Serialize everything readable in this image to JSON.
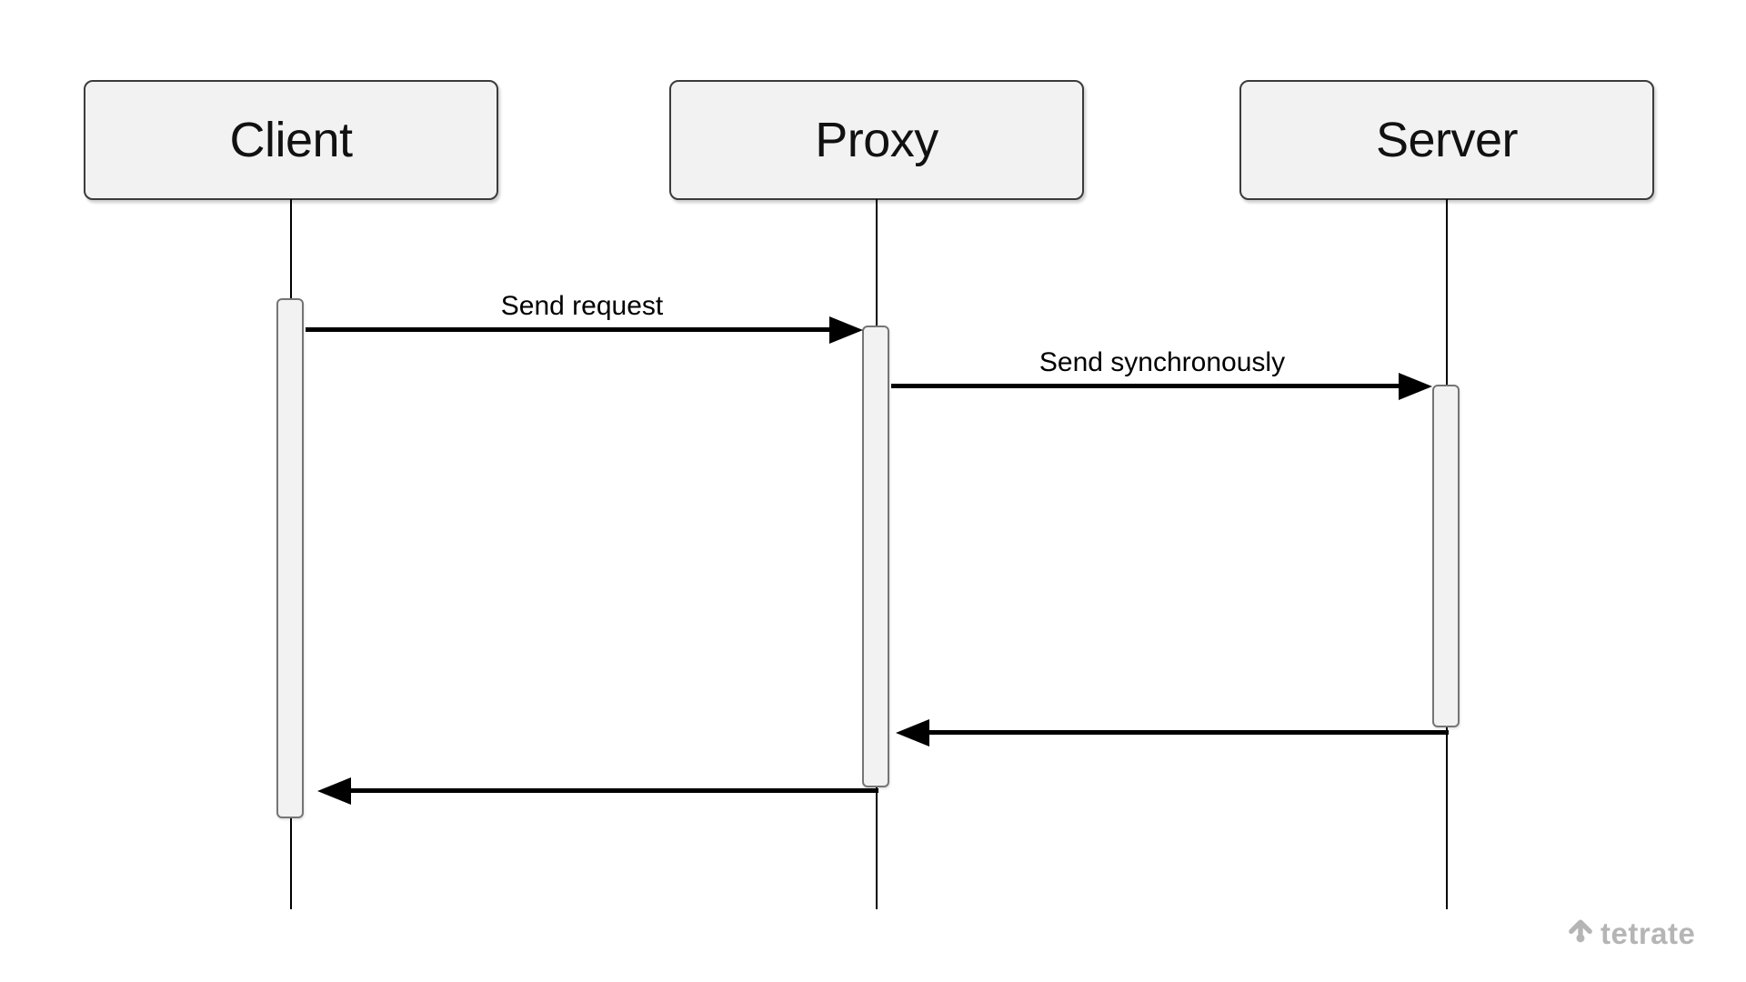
{
  "diagram": {
    "type": "sequence",
    "actors": [
      {
        "id": "client",
        "name": "Client"
      },
      {
        "id": "proxy",
        "name": "Proxy"
      },
      {
        "id": "server",
        "name": "Server"
      }
    ],
    "messages": [
      {
        "label": "Send request",
        "from": "Client",
        "to": "Proxy",
        "kind": "solid-filled-arrow"
      },
      {
        "label": "Send synchronously",
        "from": "Proxy",
        "to": "Server",
        "kind": "solid-filled-arrow"
      },
      {
        "label": "",
        "from": "Server",
        "to": "Proxy",
        "kind": "solid-filled-arrow"
      },
      {
        "label": "",
        "from": "Proxy",
        "to": "Client",
        "kind": "solid-filled-arrow"
      }
    ]
  },
  "branding": {
    "logo_text": "tetrate",
    "logo_icon": "tetrate-arrow-icon"
  },
  "colors": {
    "page-bg": "#ffffff",
    "box-fill": "#f2f2f2",
    "box-border": "#3b3b3b",
    "bar-fill": "#f2f2f2",
    "bar-border": "#757575",
    "line": "#000000",
    "label": "#000000",
    "logo": "#b5b5b5"
  }
}
